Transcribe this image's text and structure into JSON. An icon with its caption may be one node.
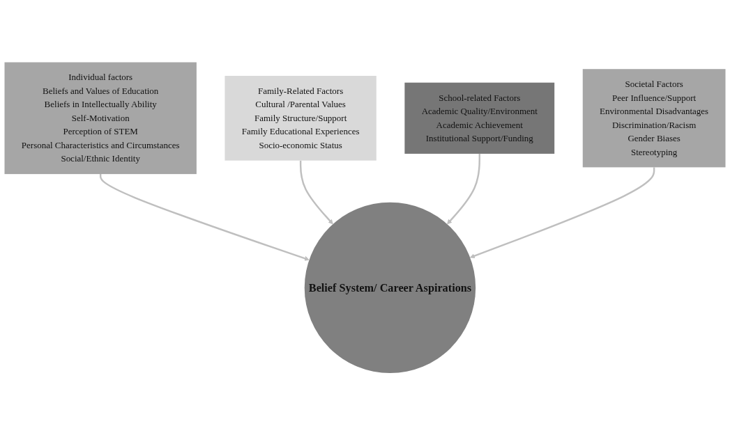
{
  "diagram": {
    "nodes": [
      {
        "text": [
          "Individual factors",
          "Beliefs and Values of Education",
          "Beliefs in Intellectually Ability",
          "Self-Motivation",
          "Perception of STEM",
          "Personal Characteristics and Circumstances",
          "Social/Ethnic Identity"
        ]
      },
      {
        "text": [
          "Family-Related Factors",
          "Cultural /Parental Values",
          "Family Structure/Support",
          "Family Educational Experiences",
          "Socio-economic Status"
        ]
      },
      {
        "text": [
          "School-related Factors",
          "Academic Quality/Environment",
          "Academic Achievement",
          "Institutional Support/Funding"
        ]
      },
      {
        "text": [
          "Belief System/ Career Aspirations"
        ]
      },
      {
        "text": [
          "Societal  Factors",
          "Peer Influence/Support",
          "Environmental Disadvantages",
          "Discrimination/Racism",
          "Gender Biases",
          "Stereotyping"
        ]
      }
    ],
    "edges": [
      {
        "from": 0,
        "to": 3,
        "arrow": "to"
      },
      {
        "from": 1,
        "to": 3,
        "arrow": "to"
      },
      {
        "from": 2,
        "to": 3,
        "arrow": "to"
      },
      {
        "from": 4,
        "to": 3,
        "arrow": "to"
      }
    ]
  }
}
